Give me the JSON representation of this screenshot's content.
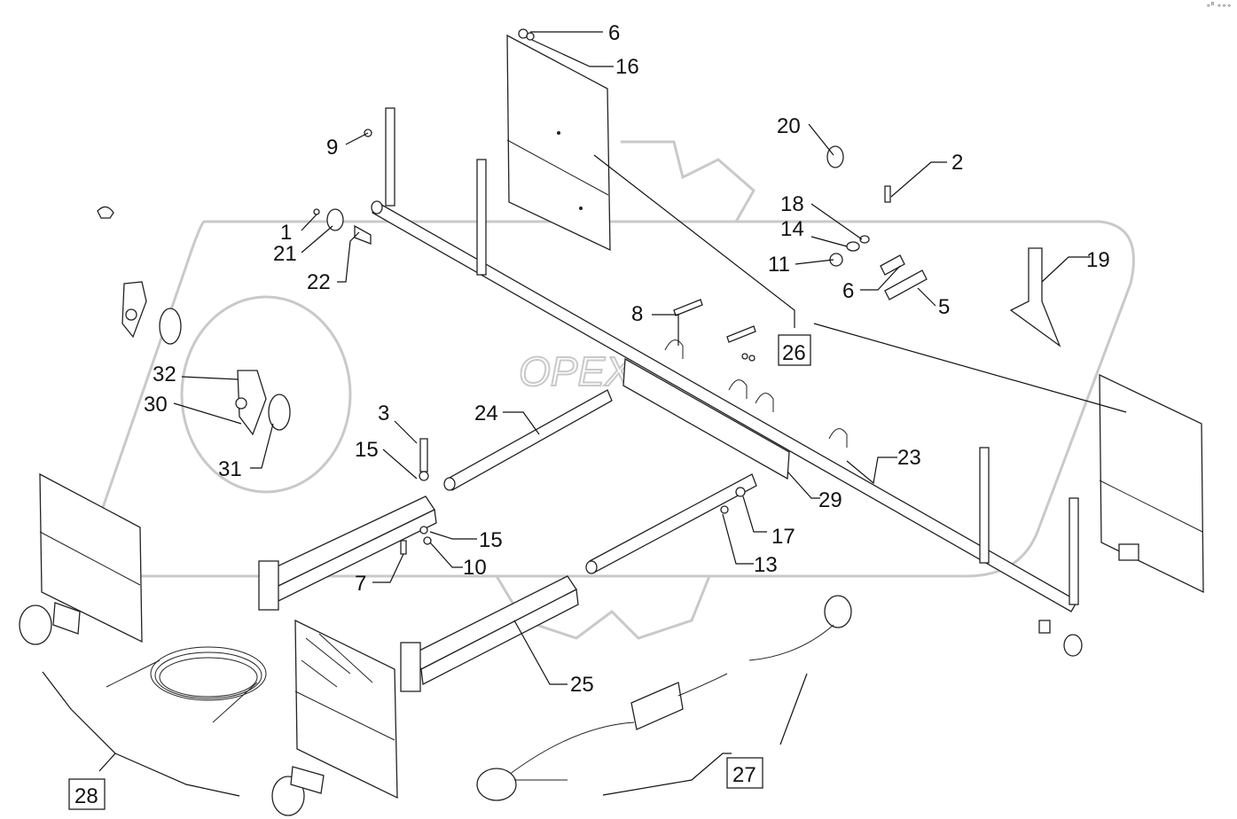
{
  "diagram": {
    "watermark": "OPEX",
    "corner_mark": "∘⁸ ∘∘∘",
    "labels": {
      "p1": "1",
      "p2": "2",
      "p3": "3",
      "p5": "5",
      "p6a": "6",
      "p6b": "6",
      "p7": "7",
      "p8": "8",
      "p9": "9",
      "p10": "10",
      "p11": "11",
      "p13": "13",
      "p14": "14",
      "p15a": "15",
      "p15b": "15",
      "p16": "16",
      "p17": "17",
      "p18": "18",
      "p19": "19",
      "p20": "20",
      "p21": "21",
      "p22": "22",
      "p23": "23",
      "p24": "24",
      "p25": "25",
      "p26": "26",
      "p27": "27",
      "p28": "28",
      "p29": "29",
      "p30": "30",
      "p31": "31",
      "p32": "32"
    }
  }
}
